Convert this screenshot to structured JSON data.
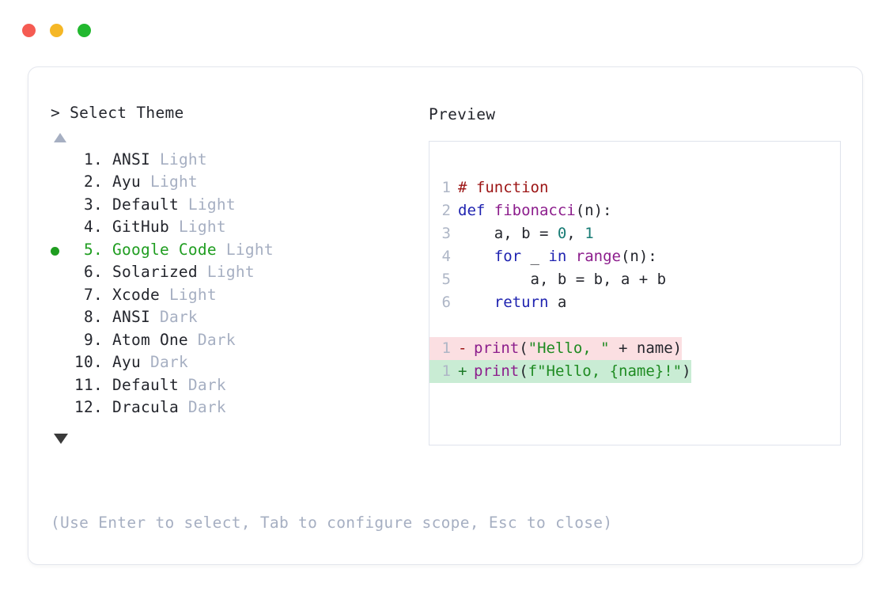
{
  "window": {
    "traffic_lights": [
      {
        "name": "close",
        "color": "#f55b52"
      },
      {
        "name": "minimize",
        "color": "#f5b726"
      },
      {
        "name": "maximize",
        "color": "#22b82f"
      }
    ]
  },
  "left": {
    "prompt": "> Select Theme",
    "scroll_up_icon": "triangle-up-icon",
    "scroll_down_icon": "triangle-down-icon",
    "selected_index": 5,
    "items": [
      {
        "index": "1.",
        "name": "ANSI",
        "variant": "Light",
        "selected": false
      },
      {
        "index": "2.",
        "name": "Ayu",
        "variant": "Light",
        "selected": false
      },
      {
        "index": "3.",
        "name": "Default",
        "variant": "Light",
        "selected": false
      },
      {
        "index": "4.",
        "name": "GitHub",
        "variant": "Light",
        "selected": false
      },
      {
        "index": "5.",
        "name": "Google Code",
        "variant": "Light",
        "selected": true
      },
      {
        "index": "6.",
        "name": "Solarized",
        "variant": "Light",
        "selected": false
      },
      {
        "index": "7.",
        "name": "Xcode",
        "variant": "Light",
        "selected": false
      },
      {
        "index": "8.",
        "name": "ANSI",
        "variant": "Dark",
        "selected": false
      },
      {
        "index": "9.",
        "name": "Atom One",
        "variant": "Dark",
        "selected": false
      },
      {
        "index": "10.",
        "name": "Ayu",
        "variant": "Dark",
        "selected": false
      },
      {
        "index": "11.",
        "name": "Default",
        "variant": "Dark",
        "selected": false
      },
      {
        "index": "12.",
        "name": "Dracula",
        "variant": "Dark",
        "selected": false
      }
    ]
  },
  "right": {
    "label": "Preview",
    "code_lines": [
      {
        "no": "1",
        "tokens": [
          {
            "t": "# function",
            "c": "comment"
          }
        ]
      },
      {
        "no": "2",
        "tokens": [
          {
            "t": "def ",
            "c": "kw"
          },
          {
            "t": "fibonacci",
            "c": "fn"
          },
          {
            "t": "(n):",
            "c": "punct"
          }
        ]
      },
      {
        "no": "3",
        "tokens": [
          {
            "t": "    a, b = ",
            "c": "plain"
          },
          {
            "t": "0",
            "c": "num"
          },
          {
            "t": ", ",
            "c": "plain"
          },
          {
            "t": "1",
            "c": "num"
          }
        ]
      },
      {
        "no": "4",
        "tokens": [
          {
            "t": "    ",
            "c": "plain"
          },
          {
            "t": "for",
            "c": "kw"
          },
          {
            "t": " _ ",
            "c": "plain"
          },
          {
            "t": "in",
            "c": "kw"
          },
          {
            "t": " ",
            "c": "plain"
          },
          {
            "t": "range",
            "c": "fn"
          },
          {
            "t": "(n):",
            "c": "punct"
          }
        ]
      },
      {
        "no": "5",
        "tokens": [
          {
            "t": "        a, b = b, a + b",
            "c": "plain"
          }
        ]
      },
      {
        "no": "6",
        "tokens": [
          {
            "t": "    ",
            "c": "plain"
          },
          {
            "t": "return",
            "c": "kw"
          },
          {
            "t": " a",
            "c": "plain"
          }
        ]
      }
    ],
    "diff_lines": [
      {
        "no": "1",
        "marker": "-",
        "kind": "del",
        "tokens": [
          {
            "t": "print",
            "c": "fn"
          },
          {
            "t": "(",
            "c": "punct"
          },
          {
            "t": "\"Hello, \"",
            "c": "str"
          },
          {
            "t": " + name)",
            "c": "plain"
          }
        ]
      },
      {
        "no": "1",
        "marker": "+",
        "kind": "add",
        "tokens": [
          {
            "t": "print",
            "c": "fn"
          },
          {
            "t": "(",
            "c": "punct"
          },
          {
            "t": "f\"Hello, {name}!\"",
            "c": "str"
          },
          {
            "t": ")",
            "c": "punct"
          }
        ]
      }
    ]
  },
  "footer": {
    "hint": "(Use Enter to select, Tab to configure scope, Esc to close)"
  },
  "colors": {
    "accent_green": "#1f9d20",
    "muted": "#a6afc2",
    "text": "#24262d",
    "diff_del_bg": "#fbdfe2",
    "diff_add_bg": "#c9ecd4",
    "card_border": "#e3e6ed",
    "panel_border": "#dfe3ec"
  }
}
